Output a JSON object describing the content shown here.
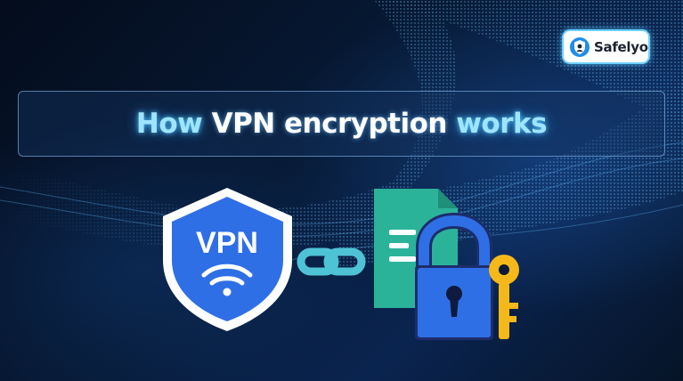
{
  "brand": {
    "name": "Safelyo",
    "accent_color": "#6fd2ff"
  },
  "title": {
    "part1": "How ",
    "part2": "VPN encryption",
    "part3": " works",
    "highlight_color": "#9fe4ff"
  },
  "illustration": {
    "shield_text": "VPN",
    "icons": [
      "vpn-shield-icon",
      "wifi-icon",
      "chain-link-icon",
      "document-icon",
      "padlock-icon",
      "key-icon"
    ],
    "colors": {
      "shield": "#2f6fe6",
      "chain": "#4fc3d6",
      "document": "#2bb39a",
      "padlock": "#2f6fe6",
      "key": "#f5b81b"
    }
  }
}
